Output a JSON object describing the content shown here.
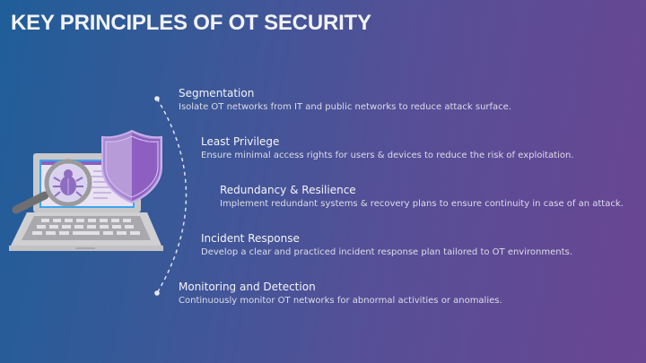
{
  "slide": {
    "title": "KEY PRINCIPLES OF OT SECURITY"
  },
  "illustration": {
    "icons": [
      "laptop-icon",
      "magnifier-icon",
      "bug-icon",
      "shield-icon"
    ]
  },
  "principles": [
    {
      "title": "Segmentation",
      "description": "Isolate OT networks from IT and public networks to reduce attack surface."
    },
    {
      "title": "Least Privilege",
      "description": "Ensure minimal access rights for users & devices to reduce the risk of exploitation."
    },
    {
      "title": "Redundancy & Resilience",
      "description": "Implement redundant systems & recovery plans to ensure continuity in case of an attack."
    },
    {
      "title": "Incident Response",
      "description": "Develop a clear and practiced incident response plan tailored to OT environments."
    },
    {
      "title": "Monitoring and Detection",
      "description": "Continuously monitor OT networks for abnormal activities or anomalies."
    }
  ],
  "colors": {
    "bg_left": "#1f5e99",
    "bg_right": "#6a4593",
    "shield_light": "#b79ad8",
    "shield_dark": "#8e5fc0",
    "laptop_gray": "#c9c9cc",
    "screen_blue": "#3aa8f0"
  }
}
